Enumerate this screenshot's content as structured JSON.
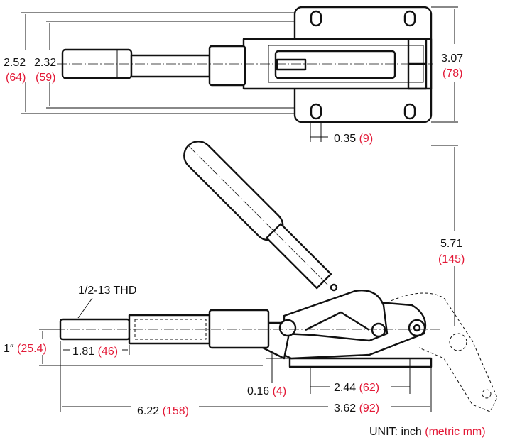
{
  "colors": {
    "line": "#111111",
    "metric": "#e31937"
  },
  "dimensions": {
    "overall_height": {
      "inch": "2.52",
      "mm": "(64)"
    },
    "plunger_centers": {
      "inch": "2.32",
      "mm": "(59)"
    },
    "base_width": {
      "inch": "3.07",
      "mm": "(78)"
    },
    "slot_offset": {
      "inch": "0.35",
      "mm": "(9)"
    },
    "handle_height": {
      "inch": "5.71",
      "mm": "(145)"
    },
    "thread": {
      "label": "1/2-13 THD"
    },
    "plunger_height": {
      "inch": "1″",
      "mm": "(25.4)"
    },
    "plunger_length": {
      "inch": "1.81",
      "mm": "(46)"
    },
    "base_thickness": {
      "inch": "0.16",
      "mm": "(4)"
    },
    "hole_spacing": {
      "inch": "2.44",
      "mm": "(62)"
    },
    "stroke_length": {
      "inch": "6.22",
      "mm": "(158)"
    },
    "base_length": {
      "inch": "3.62",
      "mm": "(92)"
    }
  },
  "unit_note": {
    "prefix": "UNIT: inch",
    "metric": "(metric mm)"
  }
}
